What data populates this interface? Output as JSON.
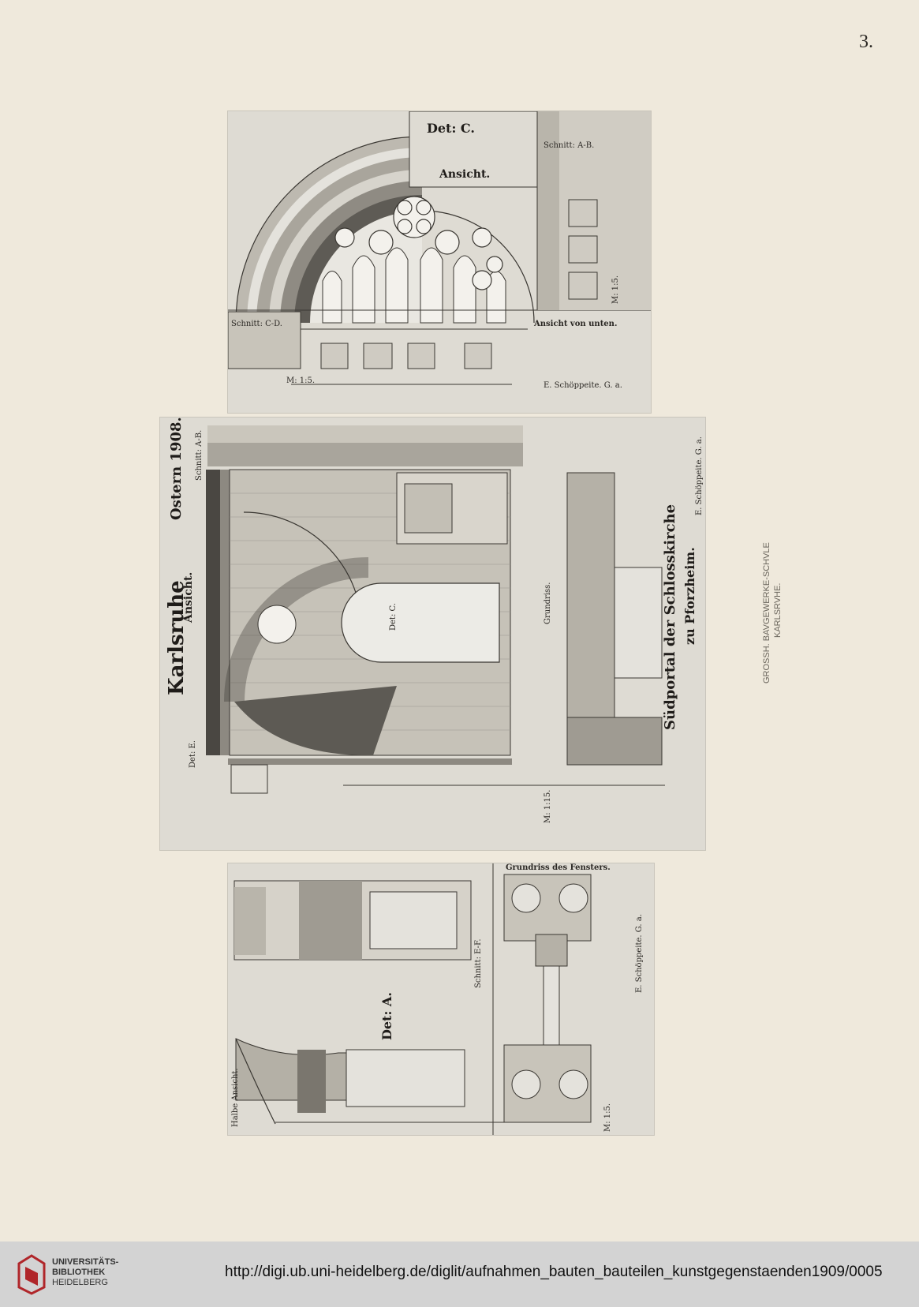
{
  "page": {
    "number": "3."
  },
  "plate_top": {
    "title": "Det: C.",
    "subtitle": "Ansicht.",
    "section_ab": "Schnitt: A-B.",
    "section_cd": "Schnitt: C-D.",
    "view_below": "Ansicht von unten.",
    "signature": "E. Schöppeite. G. a.",
    "scale": "M: 1:5.",
    "scale_side": "M: 1:5."
  },
  "plate_mid": {
    "header": "Karlsruhe",
    "season": "Ostern 1908.",
    "view": "Ansicht.",
    "det_e": "Det: E.",
    "det_c": "Det: C.",
    "section_ab": "Schnitt: A-B.",
    "plan": "Grundriss.",
    "title_main": "Südportal der Schlosskirche",
    "title_sub": "zu Pforzheim.",
    "signature": "E. Schöppeite. G. a.",
    "scale": "M: 1:15.",
    "school_1": "GROSSH. BAVGEWERKE-SCHVLE",
    "school_2": "KARLSRVHE."
  },
  "plate_bot": {
    "det": "Det: A.",
    "half_view": "Halbe Ansicht.",
    "section_ef": "Schnitt: E-F.",
    "plan_window": "Grundriss des Fensters.",
    "signature": "E. Schöppeite. G. a.",
    "scale": "M: 1:5."
  },
  "footer": {
    "library_1": "UNIVERSITÄTS-",
    "library_2": "BIBLIOTHEK",
    "library_3": "HEIDELBERG",
    "url": "http://digi.ub.uni-heidelberg.de/diglit/aufnahmen_bauten_bauteilen_kunstgegenstaenden1909/0005"
  },
  "colors": {
    "paper": "#efe9dc",
    "plate": "#dedbd3",
    "ink": "#2b2824",
    "logo_red": "#b0262a",
    "footer_bg": "#d3d3d3"
  }
}
